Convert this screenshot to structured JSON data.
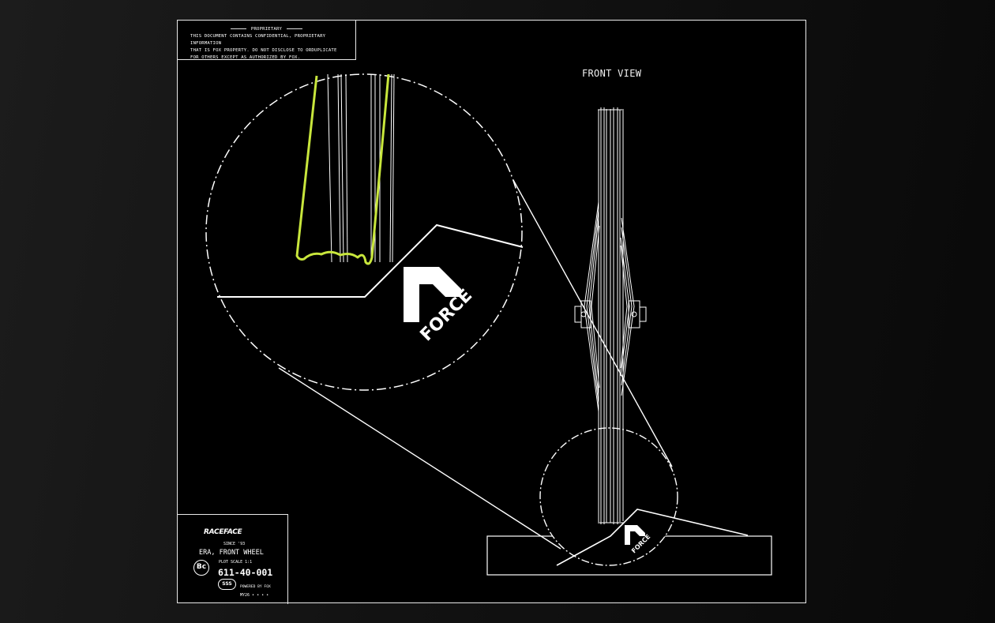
{
  "notice": {
    "title": "PROPRIETARY",
    "lines": [
      "THIS DOCUMENT CONTAINS CONFIDENTIAL, PROPRIETARY INFORMATION",
      "THAT IS FOX PROPERTY. DO NOT DISCLOSE TO ORDUPLICATE",
      "FOR OTHERS EXCEPT AS AUTHORIZED BY FOX."
    ]
  },
  "view_title": "FRONT VIEW",
  "detail_logo": "FORCE",
  "tab_logo": "FORCE",
  "title_block": {
    "brand": "RACEFACE",
    "since": "SINCE '93",
    "product": "ERA, FRONT WHEEL",
    "badge_left": "Bc",
    "plot_scale": "PLOT SCALE 1:1",
    "part_number": "611-40-001",
    "badge_sss": "SSS",
    "powered_by": "POWERED BY FOX",
    "model": "MY26 • • • •"
  },
  "colors": {
    "accent": "#c8e63c",
    "line": "#ffffff",
    "background": "#000000"
  }
}
